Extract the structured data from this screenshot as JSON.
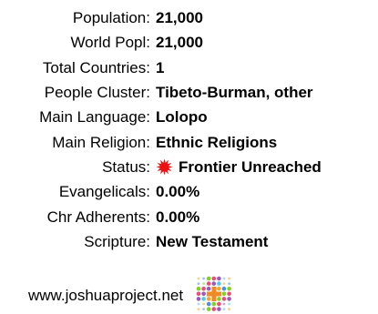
{
  "profile": {
    "rows": [
      {
        "label": "Population:",
        "value": "21,000"
      },
      {
        "label": "World Popl:",
        "value": "21,000"
      },
      {
        "label": "Total Countries:",
        "value": "1"
      },
      {
        "label": "People Cluster:",
        "value": "Tibeto-Burman, other"
      },
      {
        "label": "Main Language:",
        "value": "Lolopo"
      },
      {
        "label": "Main Religion:",
        "value": "Ethnic Religions"
      },
      {
        "label": "Status:",
        "value": "Frontier Unreached",
        "icon": "frontier-starburst-icon",
        "icon_color": "#ee1111"
      },
      {
        "label": "Evangelicals:",
        "value": "0.00%"
      },
      {
        "label": "Chr Adherents:",
        "value": "0.00%"
      },
      {
        "label": "Scripture:",
        "value": "New Testament"
      }
    ]
  },
  "footer": {
    "url": "www.joshuaproject.net",
    "logo_icon": "joshua-project-logo-icon",
    "logo_colors": [
      "#f5a623",
      "#4a90e2",
      "#7ed321",
      "#e94e77",
      "#9b59b6",
      "#50c8e8"
    ]
  }
}
